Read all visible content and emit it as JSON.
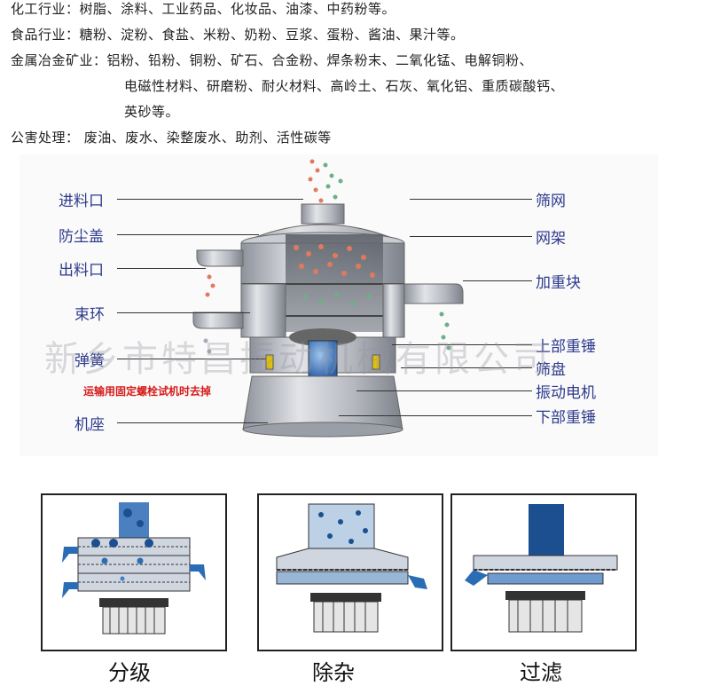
{
  "industries": [
    {
      "key": "化工行业：",
      "items": "树脂、涂料、工业药品、化妆品、油漆、中药粉等。"
    },
    {
      "key": "食品行业：",
      "items": "糖粉、淀粉、食盐、米粉、奶粉、豆浆、蛋粉、酱油、果汁等。"
    },
    {
      "key": "金属冶金矿业：",
      "items": "铝粉、铅粉、铜粉、矿石、合金粉、焊条粉末、二氧化锰、电解铜粉、"
    },
    {
      "key": "",
      "items": "电磁性材料、研磨粉、耐火材料、高岭土、石灰、氧化铝、重质碳酸钙、"
    },
    {
      "key": "",
      "items": "英砂等。"
    },
    {
      "key": "公害处理：",
      "items": " 废油、废水、染整废水、助剂、活性碳等"
    }
  ],
  "diagram": {
    "left_labels": [
      "进料口",
      "防尘盖",
      "出料口",
      "束环",
      "弹簧",
      "机座"
    ],
    "warning": "运输用固定螺栓试机时去掉",
    "right_labels": [
      "筛网",
      "网架",
      "加重块",
      "上部重锤",
      "筛盘",
      "振动电机",
      "下部重锤"
    ],
    "watermark": "新乡市特昌振动机械有限公司"
  },
  "panels": [
    {
      "caption": "分级"
    },
    {
      "caption": "除杂"
    },
    {
      "caption": "过滤"
    }
  ],
  "colors": {
    "label_blue": "#2d3a8c",
    "warning_red": "#d61a1a",
    "machine_gray": "#b9bcc4",
    "flow_blue": "#2a6db5"
  }
}
